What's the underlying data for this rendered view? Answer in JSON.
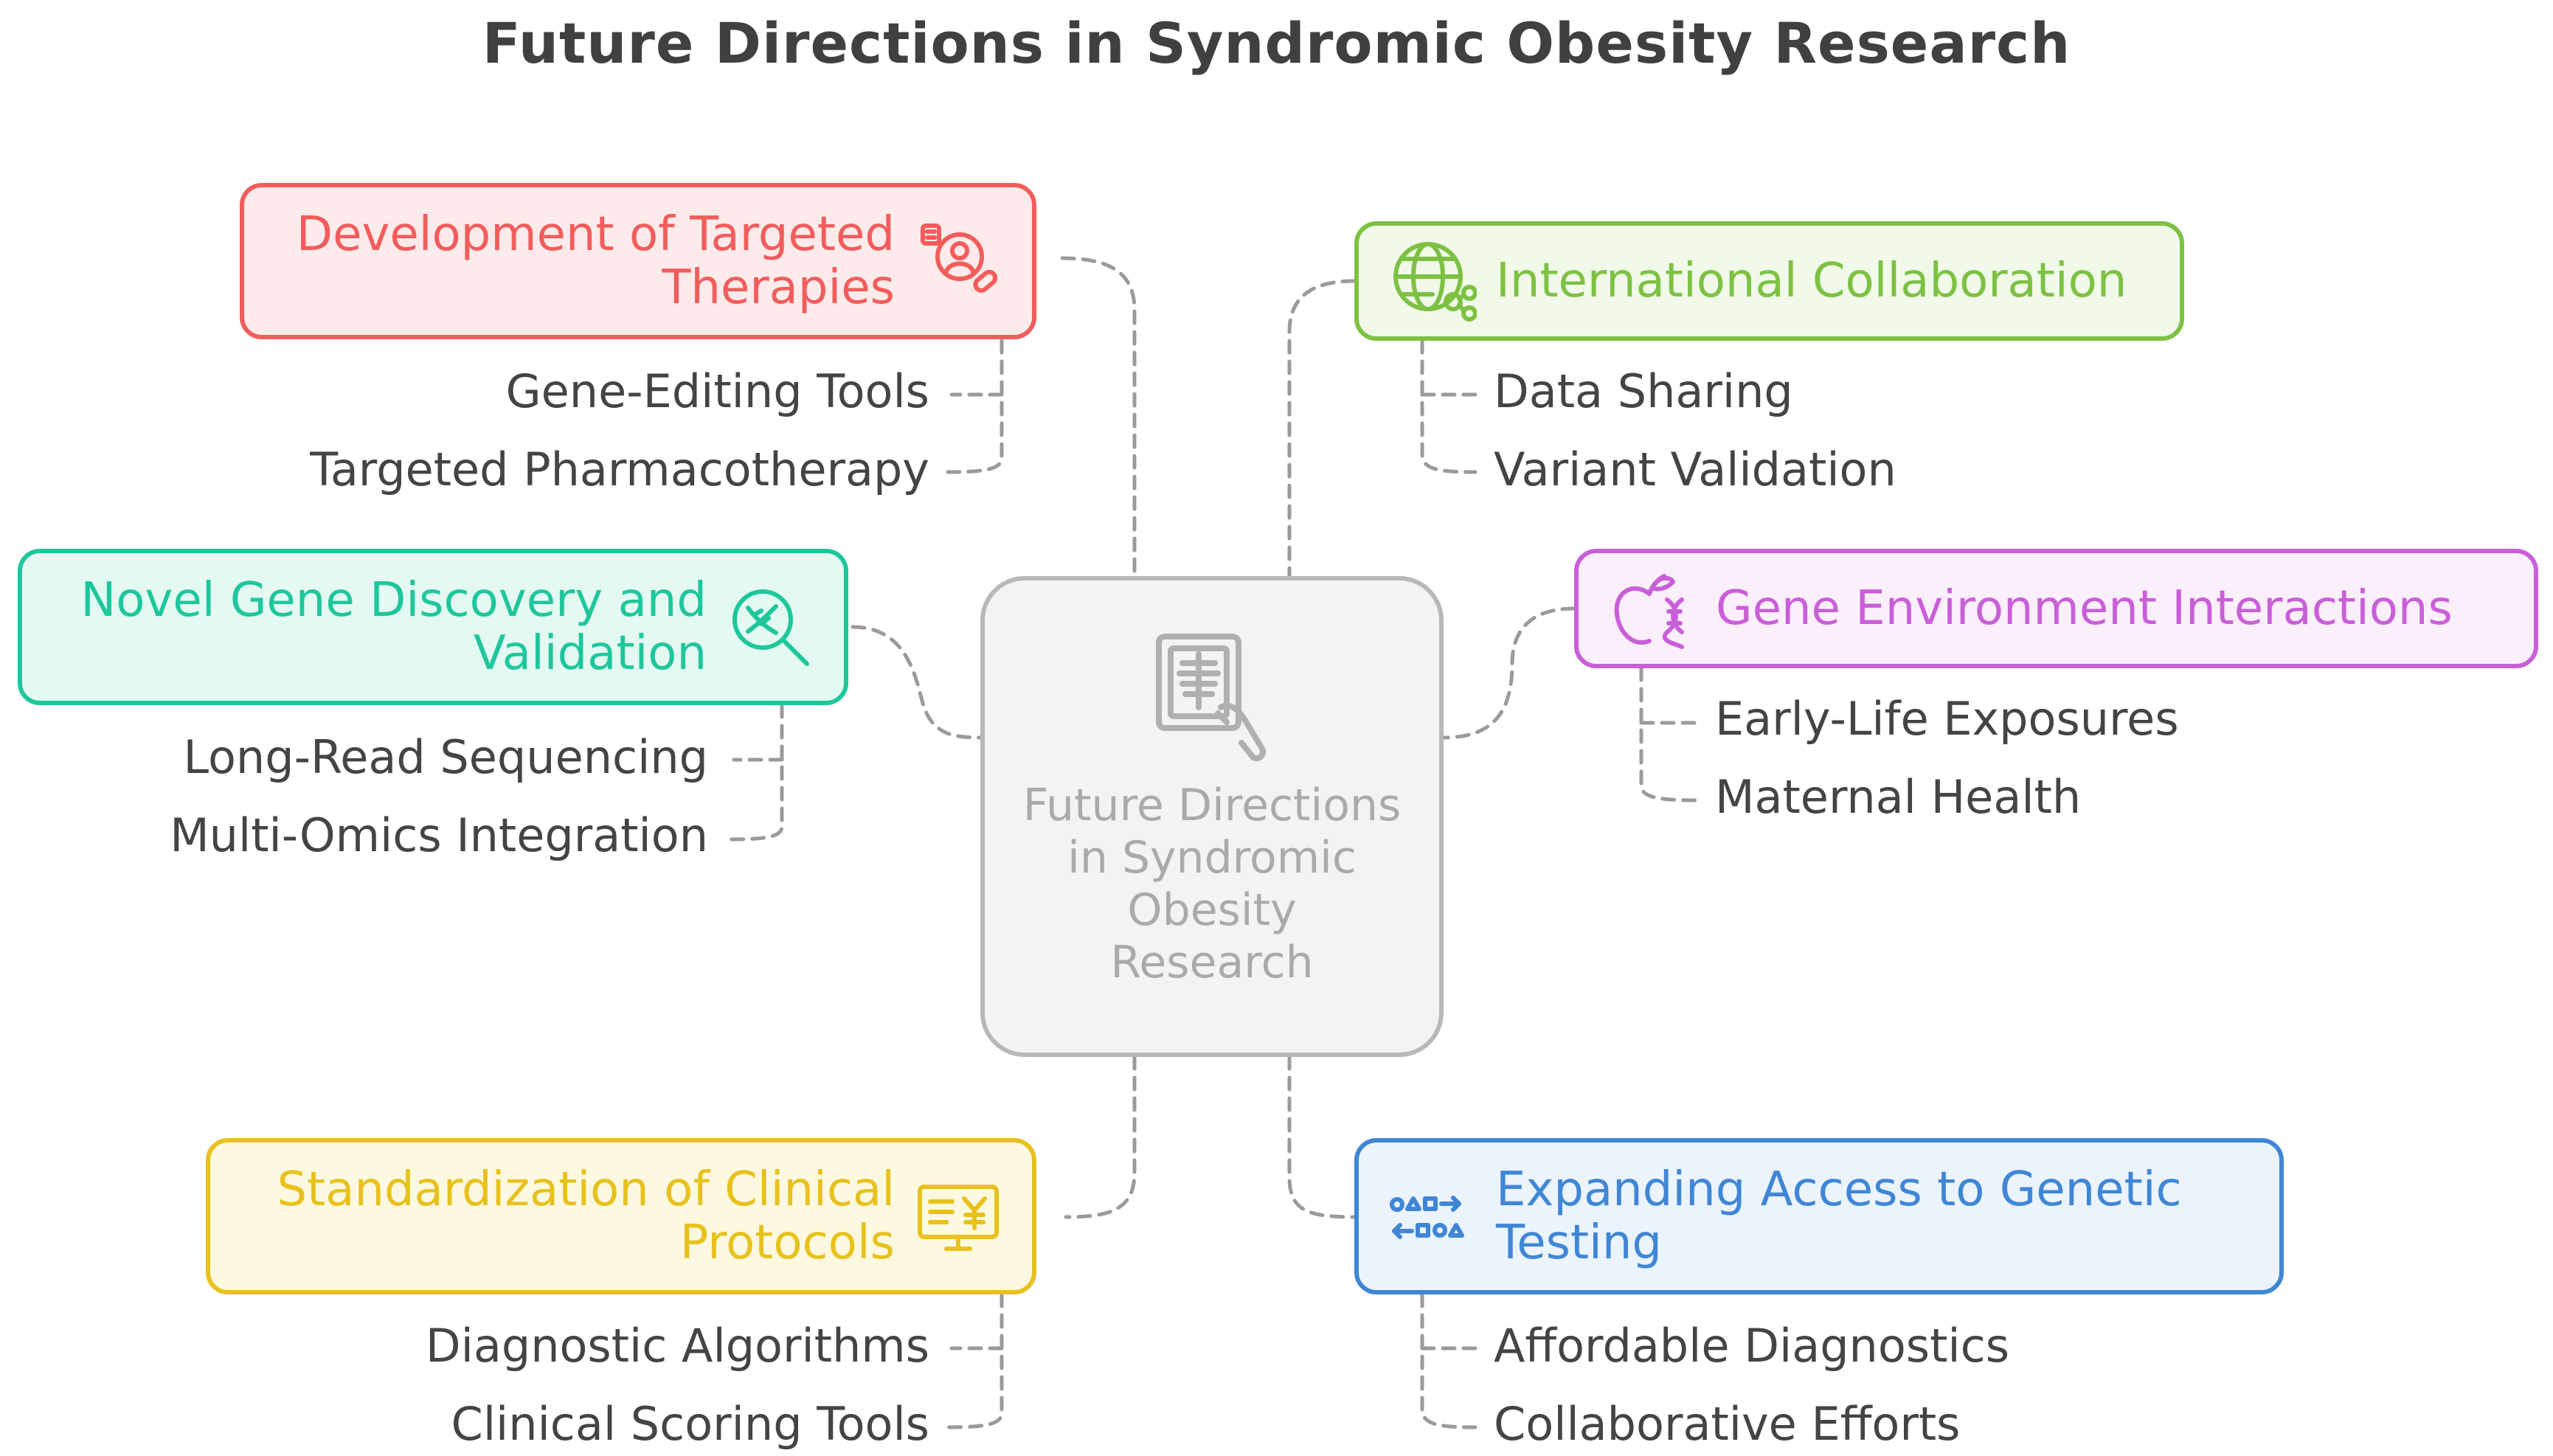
{
  "title": "Future Directions in Syndromic Obesity Research",
  "center": {
    "label": "Future Directions in Syndromic Obesity Research",
    "icon": "xray-icon"
  },
  "topics": [
    {
      "label": "Development of Targeted Therapies",
      "color": "#f25c5c",
      "fill": "#fdeaea",
      "icon": "targeted-therapy-icon",
      "subs": [
        "Gene-Editing Tools",
        "Targeted Pharmacotherapy"
      ]
    },
    {
      "label": "International Collaboration",
      "color": "#7dc142",
      "fill": "#f1f9e9",
      "icon": "globe-network-icon",
      "subs": [
        "Data Sharing",
        "Variant Validation"
      ]
    },
    {
      "label": "Novel Gene Discovery and Validation",
      "color": "#1ec79b",
      "fill": "#e3f9f2",
      "icon": "dna-magnifier-icon",
      "subs": [
        "Long-Read Sequencing",
        "Multi-Omics Integration"
      ]
    },
    {
      "label": "Gene Environment Interactions",
      "color": "#c95fd8",
      "fill": "#fbeffc",
      "icon": "apple-dna-icon",
      "subs": [
        "Early-Life Exposures",
        "Maternal Health"
      ]
    },
    {
      "label": "Standardization of Clinical Protocols",
      "color": "#e8c11c",
      "fill": "#fdf9e0",
      "icon": "protocol-monitor-icon",
      "subs": [
        "Diagnostic Algorithms",
        "Clinical Scoring Tools"
      ]
    },
    {
      "label": "Expanding Access to Genetic Testing",
      "color": "#3f86d6",
      "fill": "#ebf3fc",
      "icon": "shapes-flow-icon",
      "subs": [
        "Affordable Diagnostics",
        "Collaborative Efforts"
      ]
    }
  ]
}
